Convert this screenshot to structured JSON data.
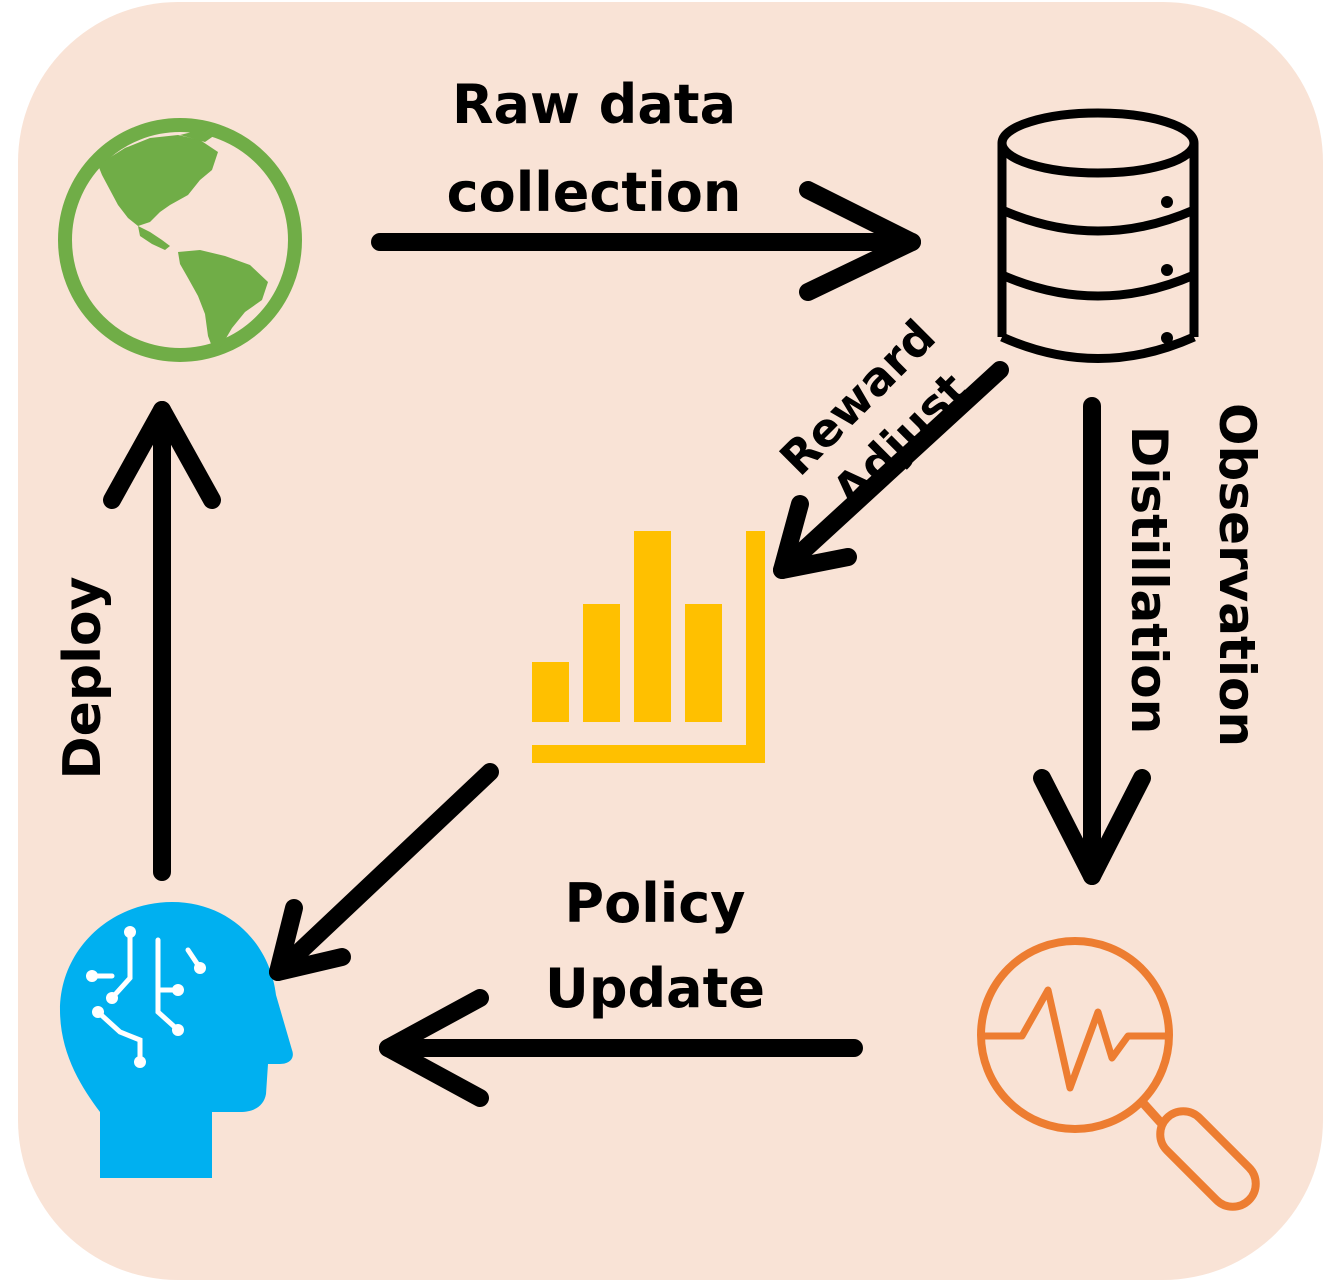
{
  "diagram": {
    "background_color": "#f9e3d6",
    "nodes": {
      "world": {
        "icon": "globe-icon",
        "color": "#70ad47"
      },
      "database": {
        "icon": "database-icon",
        "color": "#000000"
      },
      "reward": {
        "icon": "bar-chart-icon",
        "color": "#ffc000"
      },
      "observation": {
        "icon": "magnifier-pulse-icon",
        "color": "#ed7d31"
      },
      "policy": {
        "icon": "ai-head-icon",
        "color": "#00b0f0"
      }
    },
    "edges": {
      "raw_data": {
        "line1": "Raw data",
        "line2": "collection"
      },
      "reward_adjust": {
        "line1": "Reward",
        "line2": "Adjust"
      },
      "observation_distillation": {
        "line1": "Observation",
        "line2": "Distillation"
      },
      "policy_update": {
        "line1": "Policy",
        "line2": "Update"
      },
      "deploy": {
        "label": "Deploy"
      }
    },
    "arrow_color": "#000000"
  }
}
